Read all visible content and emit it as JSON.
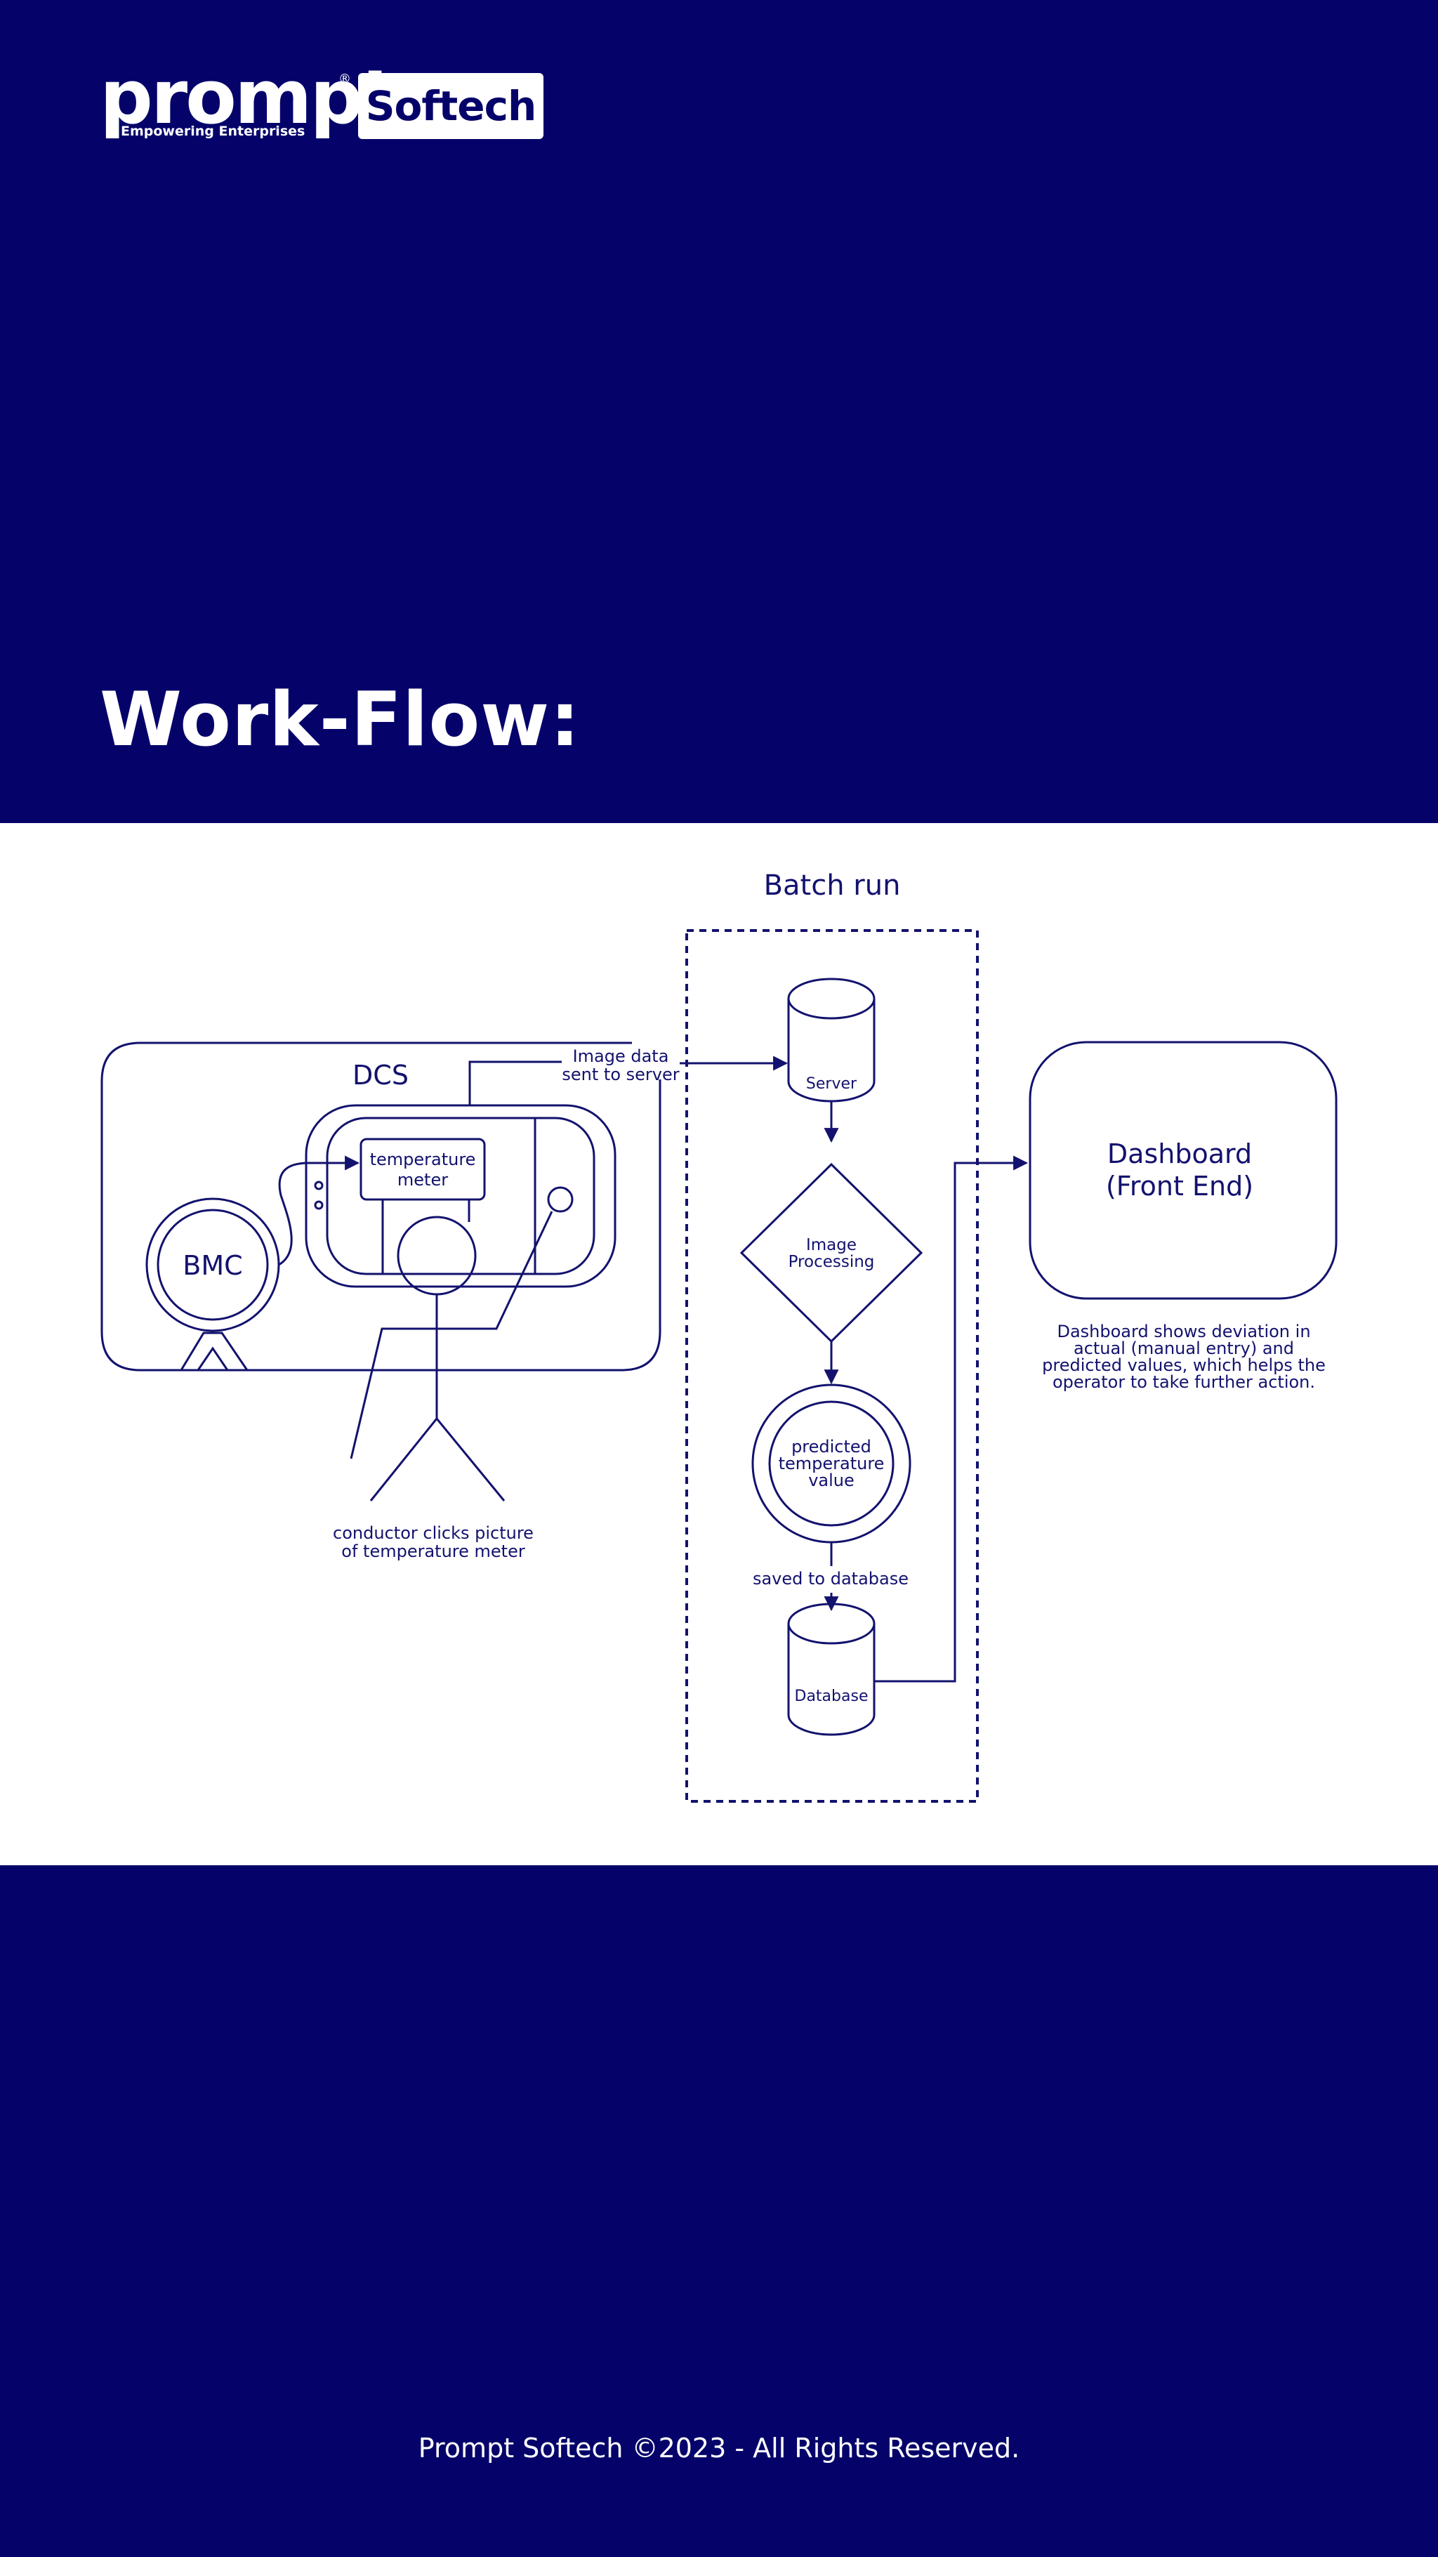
{
  "brand": {
    "name": "prompt",
    "registered_mark": "®",
    "tagline": "Empowering Enterprises",
    "box_label": "Softech"
  },
  "page": {
    "title": "Work-Flow:"
  },
  "diagram": {
    "batch_label": "Batch run",
    "dcs_label": "DCS",
    "bmc_label": "BMC",
    "temp_meter": [
      "temperature",
      "meter"
    ],
    "image_sent": [
      "Image data",
      "sent to server"
    ],
    "conductor_caption": [
      "conductor clicks picture",
      "of temperature meter"
    ],
    "server_label": "Server",
    "image_processing": [
      "Image",
      "Processing"
    ],
    "predicted_value": [
      "predicted",
      "temperature",
      "value"
    ],
    "saved_label": "saved to database",
    "database_label": "Database",
    "dashboard": [
      "Dashboard",
      "(Front End)"
    ],
    "dashboard_caption": [
      "Dashboard shows deviation in",
      "actual (manual entry) and",
      "predicted values, which helps the",
      "operator to take further action."
    ]
  },
  "footer": {
    "copyright": "Prompt Softech ©2023 - All Rights Reserved."
  },
  "colors": {
    "background": "#05036a",
    "panel": "#ffffff",
    "ink": "#13126e"
  }
}
